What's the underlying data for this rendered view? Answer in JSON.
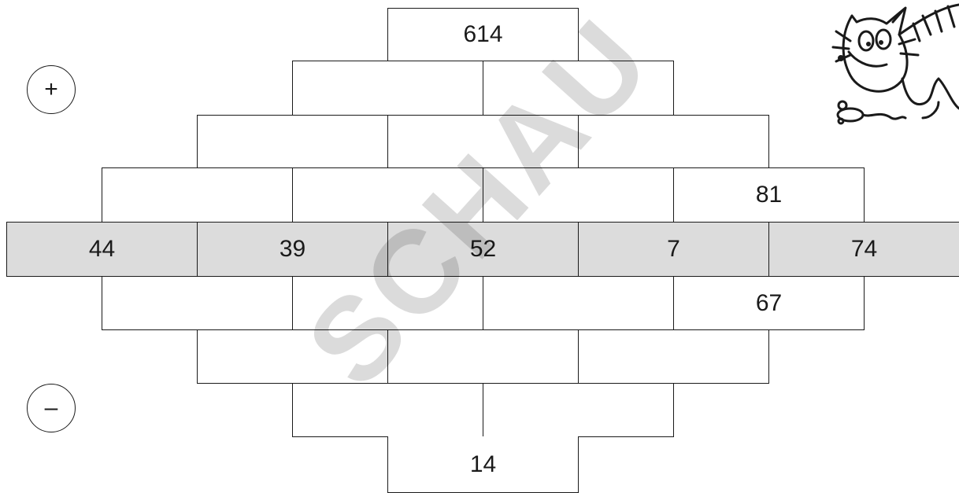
{
  "operators": {
    "plus": "+",
    "minus": "–"
  },
  "top_pyramid": {
    "row1": [
      "614"
    ],
    "row2": [
      "",
      ""
    ],
    "row3": [
      "",
      "",
      ""
    ],
    "row4": [
      "",
      "",
      "",
      "81"
    ]
  },
  "base_row": [
    "44",
    "39",
    "52",
    "7",
    "74"
  ],
  "bottom_pyramid": {
    "row1": [
      "",
      "",
      "",
      "67"
    ],
    "row2": [
      "",
      "",
      ""
    ],
    "row3": [
      "",
      ""
    ],
    "row4": [
      "14"
    ]
  },
  "watermark": "SCHAU",
  "illustration": "cat-and-mouse-cartoon",
  "colors": {
    "base_fill": "#dcdcdc",
    "line": "#1a1a1a",
    "watermark": "#b4b4b4"
  }
}
